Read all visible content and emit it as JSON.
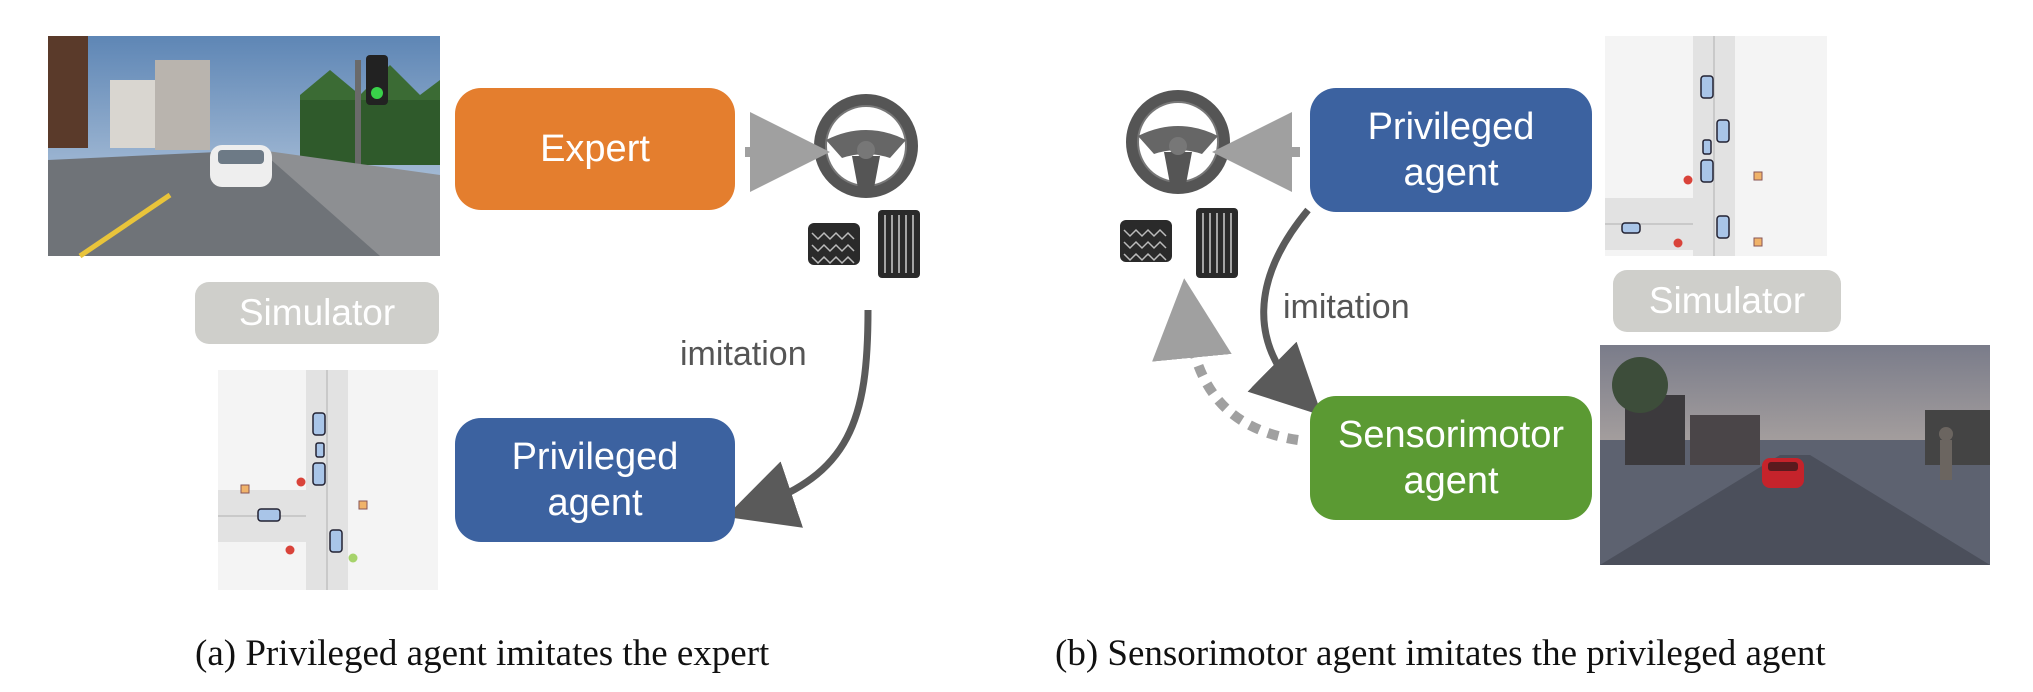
{
  "panel_a": {
    "expert_label": "Expert",
    "privileged_line1": "Privileged",
    "privileged_line2": "agent",
    "simulator_label": "Simulator",
    "imitation_label": "imitation",
    "caption": "(a) Privileged agent imitates the expert"
  },
  "panel_b": {
    "privileged_line1": "Privileged",
    "privileged_line2": "agent",
    "sensorimotor_line1": "Sensorimotor",
    "sensorimotor_line2": "agent",
    "simulator_label": "Simulator",
    "imitation_label": "imitation",
    "caption": "(b) Sensorimotor agent imitates the privileged agent"
  },
  "colors": {
    "expert": "#e47e2e",
    "privileged": "#3c62a0",
    "sensorimotor": "#5b9a33",
    "simulator_label_bg": "#cfcfcb",
    "arrow": "#5a5a5a",
    "dashed_arrow": "#a0a0a0"
  }
}
